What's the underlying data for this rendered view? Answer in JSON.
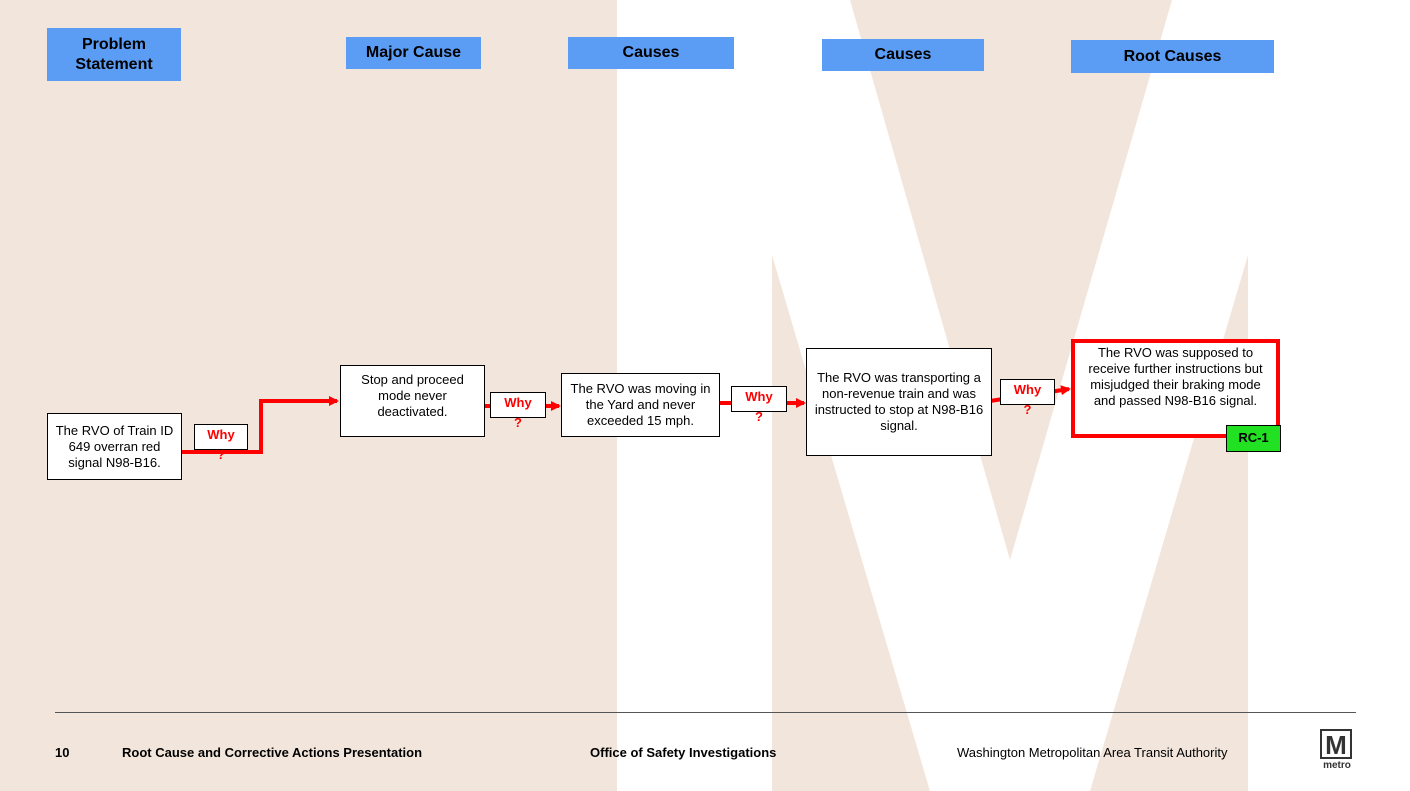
{
  "colors": {
    "header_fill": "#5b9cf5",
    "arrow": "#ff0000",
    "root_border": "#ff0000",
    "badge_fill": "#22e022",
    "background_shape": "#f2e6dc"
  },
  "headers": {
    "problem": "Problem Statement",
    "major_cause": "Major Cause",
    "causes_1": "Causes",
    "causes_2": "Causes",
    "root_causes": "Root Causes"
  },
  "boxes": {
    "problem": "The RVO of Train ID 649 overran red signal N98-B16.",
    "major_cause": "Stop and proceed mode never deactivated.",
    "cause_1": "The RVO was moving in the Yard and never exceeded 15 mph.",
    "cause_2": "The RVO was transporting a non-revenue train and was instructed to stop at N98-B16 signal.",
    "root_cause": "The RVO was supposed to receive further instructions but misjudged their braking mode and passed N98-B16 signal."
  },
  "why": {
    "label": "Why",
    "mark": "?"
  },
  "badge": "RC-1",
  "footer": {
    "page_number": "10",
    "title": "Root Cause and Corrective Actions Presentation",
    "office": "Office of Safety Investigations",
    "authority": "Washington Metropolitan Area Transit Authority",
    "logo_letter": "M",
    "logo_word": "metro"
  }
}
